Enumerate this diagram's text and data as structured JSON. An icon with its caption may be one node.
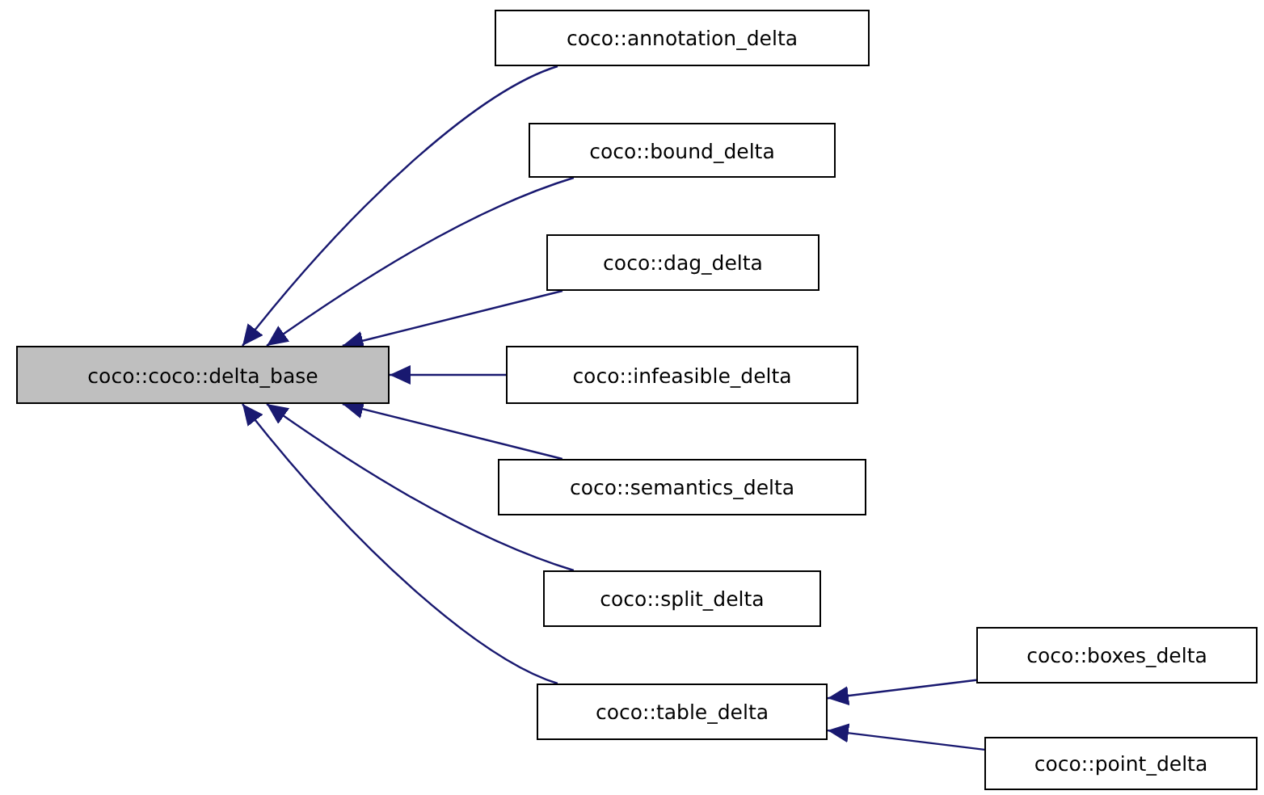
{
  "diagram": {
    "nodes": [
      {
        "text": [
          "coco::coco::delta_base"
        ]
      },
      {
        "text": [
          "coco::annotation_delta"
        ]
      },
      {
        "text": [
          "coco::bound_delta"
        ]
      },
      {
        "text": [
          "coco::dag_delta"
        ]
      },
      {
        "text": [
          "coco::infeasible_delta"
        ]
      },
      {
        "text": [
          "coco::semantics_delta"
        ]
      },
      {
        "text": [
          "coco::split_delta"
        ]
      },
      {
        "text": [
          "coco::table_delta"
        ]
      },
      {
        "text": [
          "coco::boxes_delta"
        ]
      },
      {
        "text": [
          "coco::point_delta"
        ]
      }
    ],
    "edges": [
      {
        "from": 1,
        "to": 0,
        "arrow": "to"
      },
      {
        "from": 2,
        "to": 0,
        "arrow": "to"
      },
      {
        "from": 3,
        "to": 0,
        "arrow": "to"
      },
      {
        "from": 4,
        "to": 0,
        "arrow": "to"
      },
      {
        "from": 5,
        "to": 0,
        "arrow": "to"
      },
      {
        "from": 6,
        "to": 0,
        "arrow": "to"
      },
      {
        "from": 7,
        "to": 0,
        "arrow": "to"
      },
      {
        "from": 8,
        "to": 7,
        "arrow": "to"
      },
      {
        "from": 9,
        "to": 7,
        "arrow": "to"
      }
    ]
  }
}
